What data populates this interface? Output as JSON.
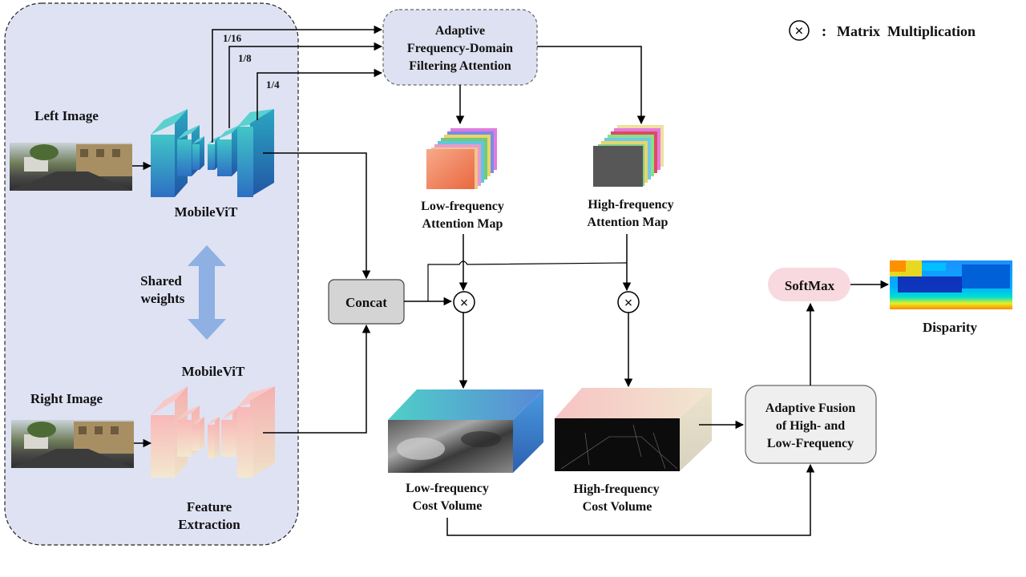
{
  "legend": {
    "symbol": "×",
    "colon": ":",
    "text": "Matrix  Multiplication"
  },
  "extraction": {
    "left_image_label": "Left Image",
    "right_image_label": "Right Image",
    "top_backbone_label": "MobileViT",
    "bottom_backbone_label": "MobileViT",
    "shared_label_line1": "Shared",
    "shared_label_line2": "weights",
    "section_label_line1": "Feature",
    "section_label_line2": "Extraction",
    "scales": [
      "1/16",
      "1/8",
      "1/4"
    ]
  },
  "affa": {
    "line1": "Adaptive",
    "line2": "Frequency-Domain",
    "line3": "Filtering Attention"
  },
  "low_attention": {
    "line1": "Low-frequency",
    "line2": "Attention Map"
  },
  "high_attention": {
    "line1": "High-frequency",
    "line2": "Attention Map"
  },
  "concat": {
    "label": "Concat"
  },
  "multiply_symbol": "×",
  "low_volume": {
    "line1": "Low-frequency",
    "line2": "Cost Volume"
  },
  "high_volume": {
    "line1": "High-frequency",
    "line2": "Cost Volume"
  },
  "fusion": {
    "line1": "Adaptive Fusion",
    "line2": "of High- and",
    "line3": "Low-Frequency"
  },
  "softmax": {
    "label": "SoftMax"
  },
  "disparity": {
    "label": "Disparity"
  },
  "colors": {
    "panel_fill": "#dfe2f3",
    "box_fill": "#d4d4d4",
    "affa_fill": "#dee1f1",
    "softmax_fill": "#f9d9e0",
    "fusion_fill": "#efefef",
    "teal": "#2a9bc0",
    "pink": "#f6c3c0"
  }
}
